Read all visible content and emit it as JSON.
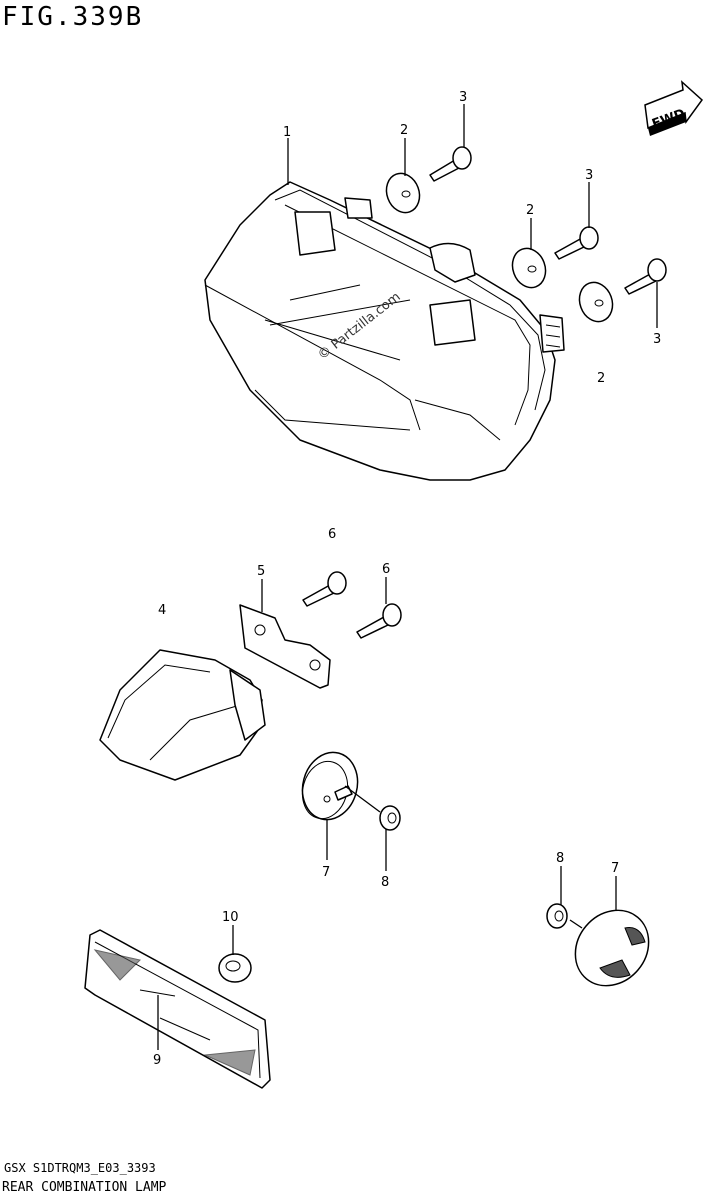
{
  "figure": {
    "title": "FIG.339B",
    "code": "GSX S1DTRQM3_E03_3393",
    "caption": "REAR COMBINATION LAMP",
    "watermark": "© Partzilla.com",
    "direction_badge": "FWD"
  },
  "callouts": [
    "1",
    "2",
    "3",
    "2",
    "3",
    "2",
    "3",
    "6",
    "5",
    "4",
    "6",
    "7",
    "8",
    "10",
    "8",
    "7",
    "9"
  ]
}
